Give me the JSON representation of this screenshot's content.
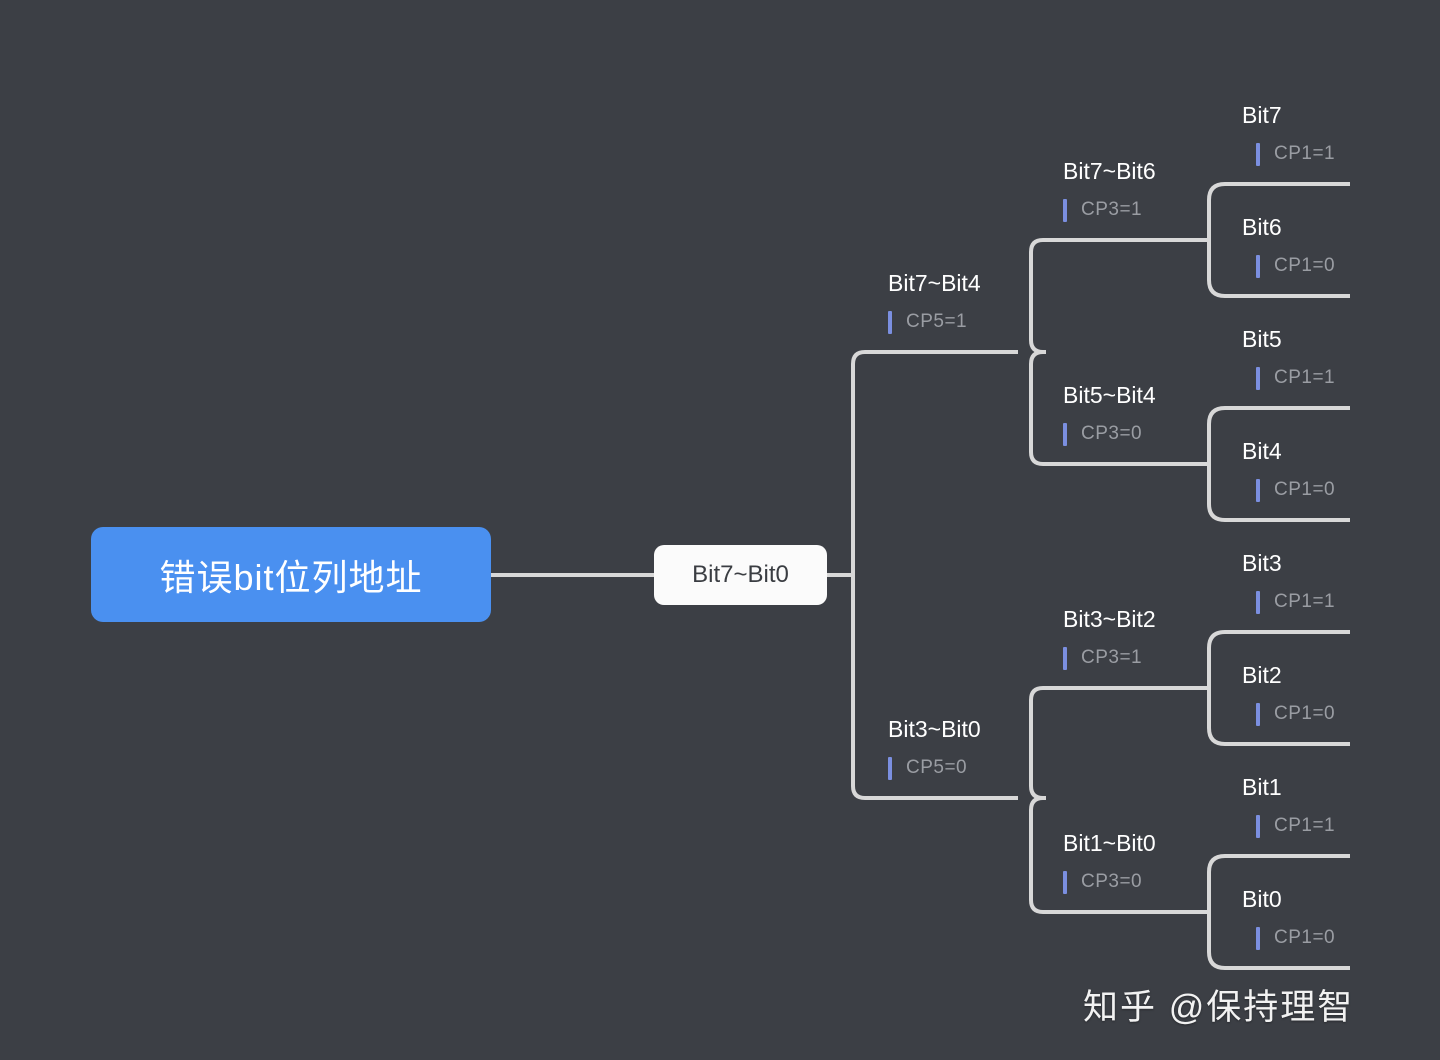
{
  "diagram": {
    "title": "错误bit位列地址",
    "watermark": "知乎 @保持理智",
    "colors": {
      "background": "#3c3f45",
      "root_node": "#4a90f0",
      "root_text": "#ffffff",
      "node_fill": "#fbfbfb",
      "node_text": "#3a3d42",
      "connector": "#d8d8d8",
      "branch_title": "#ffffff",
      "branch_sub": "#9a9da3",
      "tick_accent": "#7b8fe0"
    }
  },
  "root": {
    "label": "错误bit位列地址"
  },
  "level2": {
    "label": "Bit7~Bit0"
  },
  "level3": [
    {
      "title": "Bit7~Bit4",
      "sub": "CP5=1"
    },
    {
      "title": "Bit3~Bit0",
      "sub": "CP5=0"
    }
  ],
  "level4": [
    {
      "title": "Bit7~Bit6",
      "sub": "CP3=1"
    },
    {
      "title": "Bit5~Bit4",
      "sub": "CP3=0"
    },
    {
      "title": "Bit3~Bit2",
      "sub": "CP3=1"
    },
    {
      "title": "Bit1~Bit0",
      "sub": "CP3=0"
    }
  ],
  "leaves": [
    {
      "title": "Bit7",
      "sub": "CP1=1"
    },
    {
      "title": "Bit6",
      "sub": "CP1=0"
    },
    {
      "title": "Bit5",
      "sub": "CP1=1"
    },
    {
      "title": "Bit4",
      "sub": "CP1=0"
    },
    {
      "title": "Bit3",
      "sub": "CP1=1"
    },
    {
      "title": "Bit2",
      "sub": "CP1=0"
    },
    {
      "title": "Bit1",
      "sub": "CP1=1"
    },
    {
      "title": "Bit0",
      "sub": "CP1=0"
    }
  ]
}
